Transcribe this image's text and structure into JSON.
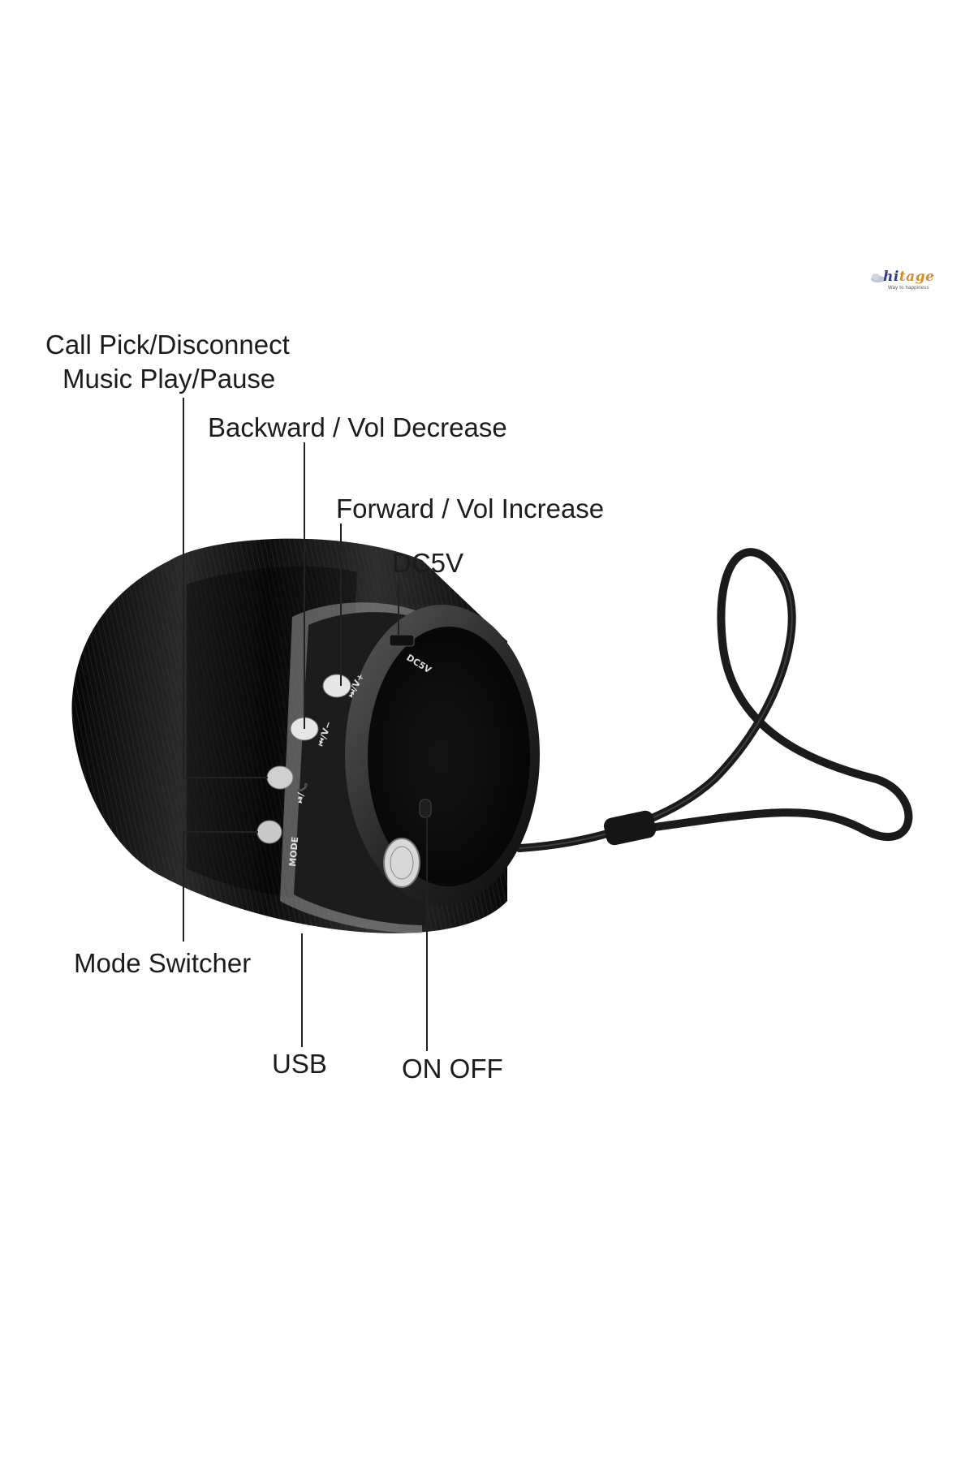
{
  "logo": {
    "word_hi": "hi",
    "word_rest": "tage",
    "tagline": "Way to happiness"
  },
  "labels": {
    "call_pick": "Call Pick/Disconnect",
    "music_play": "Music Play/Pause",
    "backward": "Backward / Vol Decrease",
    "forward": "Forward / Vol Increase",
    "dc5v": "DC5V",
    "mode_switcher": "Mode Switcher",
    "usb": "USB",
    "on_off": "ON OFF"
  },
  "device_markings": {
    "dc": "DC5V",
    "next": "⏭/V+",
    "prev": "⏮/V−",
    "play": "⏯/📞",
    "mode": "MODE"
  },
  "colors": {
    "body": "#111111",
    "body_light": "#2b2b2b",
    "rim": "#3a3a3a",
    "button": "#e6e6e6",
    "strap": "#1b1b1b",
    "line": "#222222"
  }
}
